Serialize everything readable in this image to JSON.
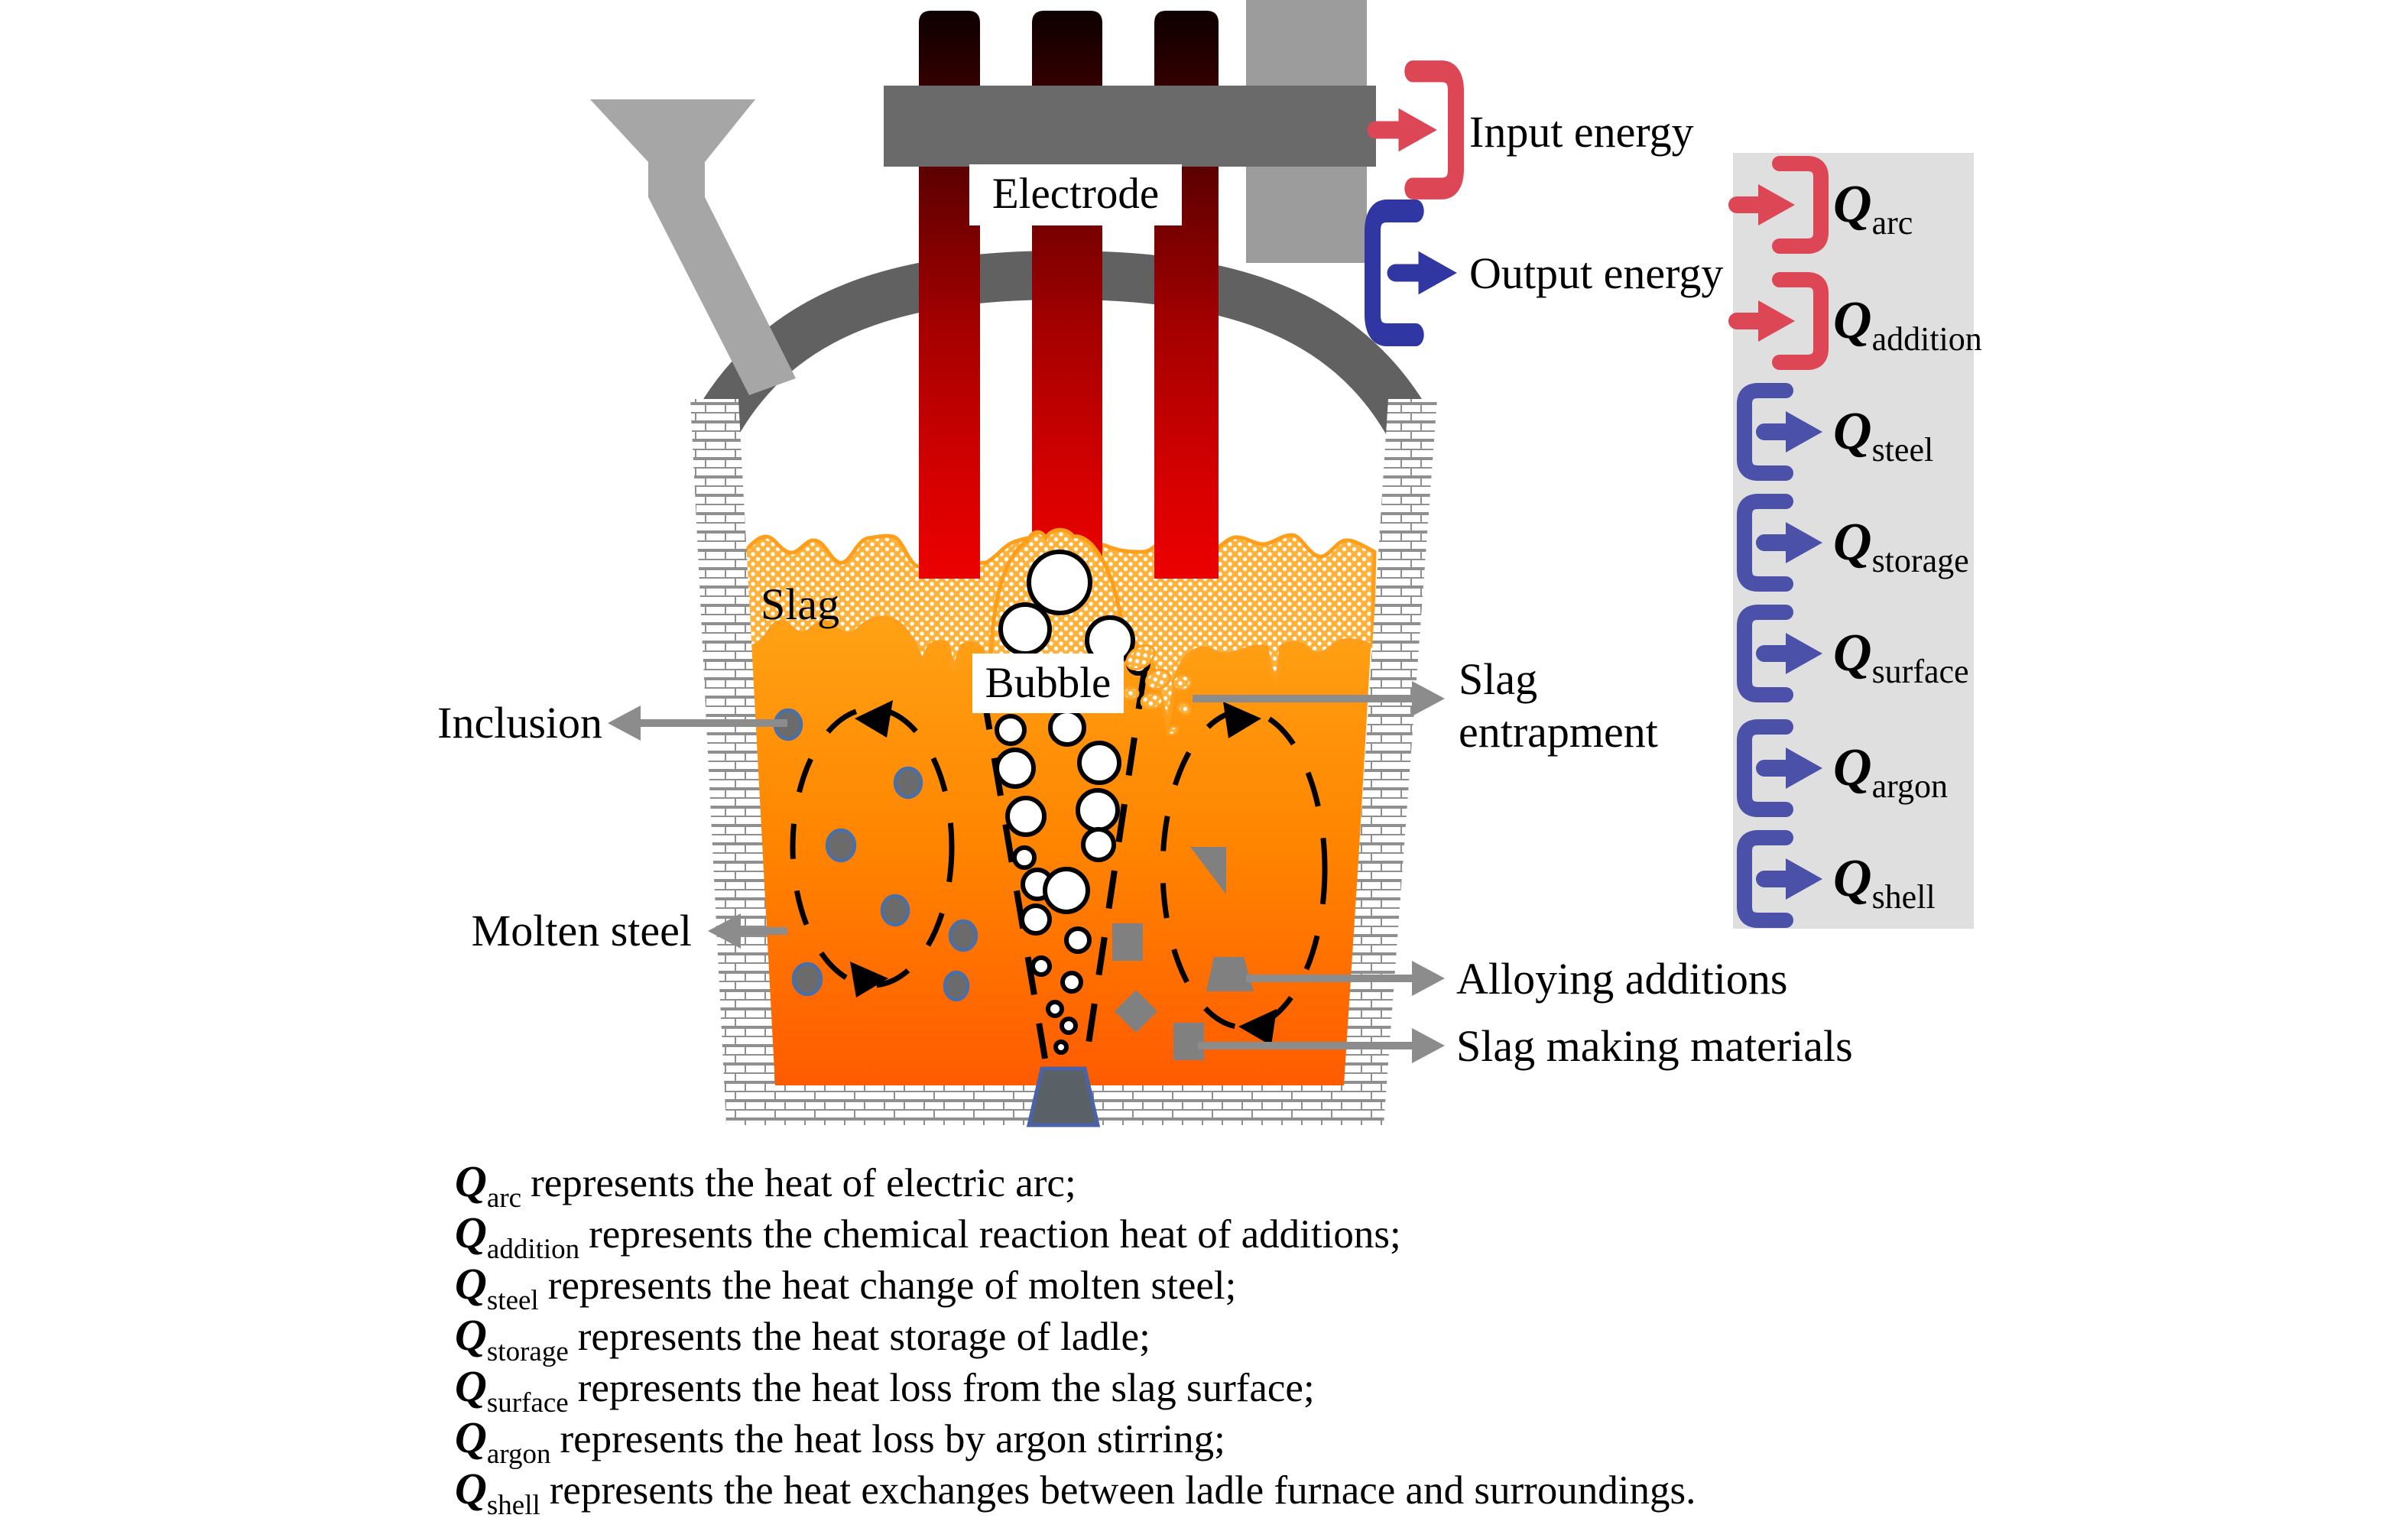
{
  "figure": {
    "type": "ladle-furnace-heat-balance-diagram"
  },
  "energy_flows": {
    "input_label": "Input energy",
    "output_label": "Output energy"
  },
  "component_labels": {
    "electrode": "Electrode",
    "slag": "Slag",
    "bubble": "Bubble",
    "inclusion": "Inclusion",
    "molten_steel": "Molten steel",
    "slag_entrapment_1": "Slag",
    "slag_entrapment_2": "entrapment",
    "alloying_additions": "Alloying additions",
    "slag_making_materials": "Slag making materials"
  },
  "legend": {
    "entries": [
      {
        "q": "Q",
        "sub": "arc",
        "direction": "input"
      },
      {
        "q": "Q",
        "sub": "addition",
        "direction": "input"
      },
      {
        "q": "Q",
        "sub": "steel",
        "direction": "output"
      },
      {
        "q": "Q",
        "sub": "storage",
        "direction": "output"
      },
      {
        "q": "Q",
        "sub": "surface",
        "direction": "output"
      },
      {
        "q": "Q",
        "sub": "argon",
        "direction": "output"
      },
      {
        "q": "Q",
        "sub": "shell",
        "direction": "output"
      }
    ]
  },
  "notes": [
    {
      "q": "Q",
      "sub": "arc",
      "text": "represents the heat of electric arc;"
    },
    {
      "q": "Q",
      "sub": "addition",
      "text": "represents the chemical reaction heat of additions;"
    },
    {
      "q": "Q",
      "sub": "steel",
      "text": "represents the heat change of molten steel;"
    },
    {
      "q": "Q",
      "sub": "storage",
      "text": "represents the heat storage of ladle;"
    },
    {
      "q": "Q",
      "sub": "surface",
      "text": "represents the heat loss from the slag surface;"
    },
    {
      "q": "Q",
      "sub": "argon",
      "text": "represents the heat loss by argon stirring;"
    },
    {
      "q": "Q",
      "sub": "shell",
      "text": "represents the heat exchanges between ladle furnace and surroundings."
    }
  ],
  "colors": {
    "input_red": "#DC4655",
    "output_blue": "#3036A2",
    "legend_blue": "#4B51A8",
    "legend_box": "#DFDFDF",
    "molten_steel_top": "#FFA315",
    "molten_steel_bottom": "#FF5B00",
    "slag_orange": "#FFB23A",
    "electrode_red": "#C00000",
    "label_arrow_gray": "#8C8C8C",
    "additions_gray": "#808080"
  }
}
